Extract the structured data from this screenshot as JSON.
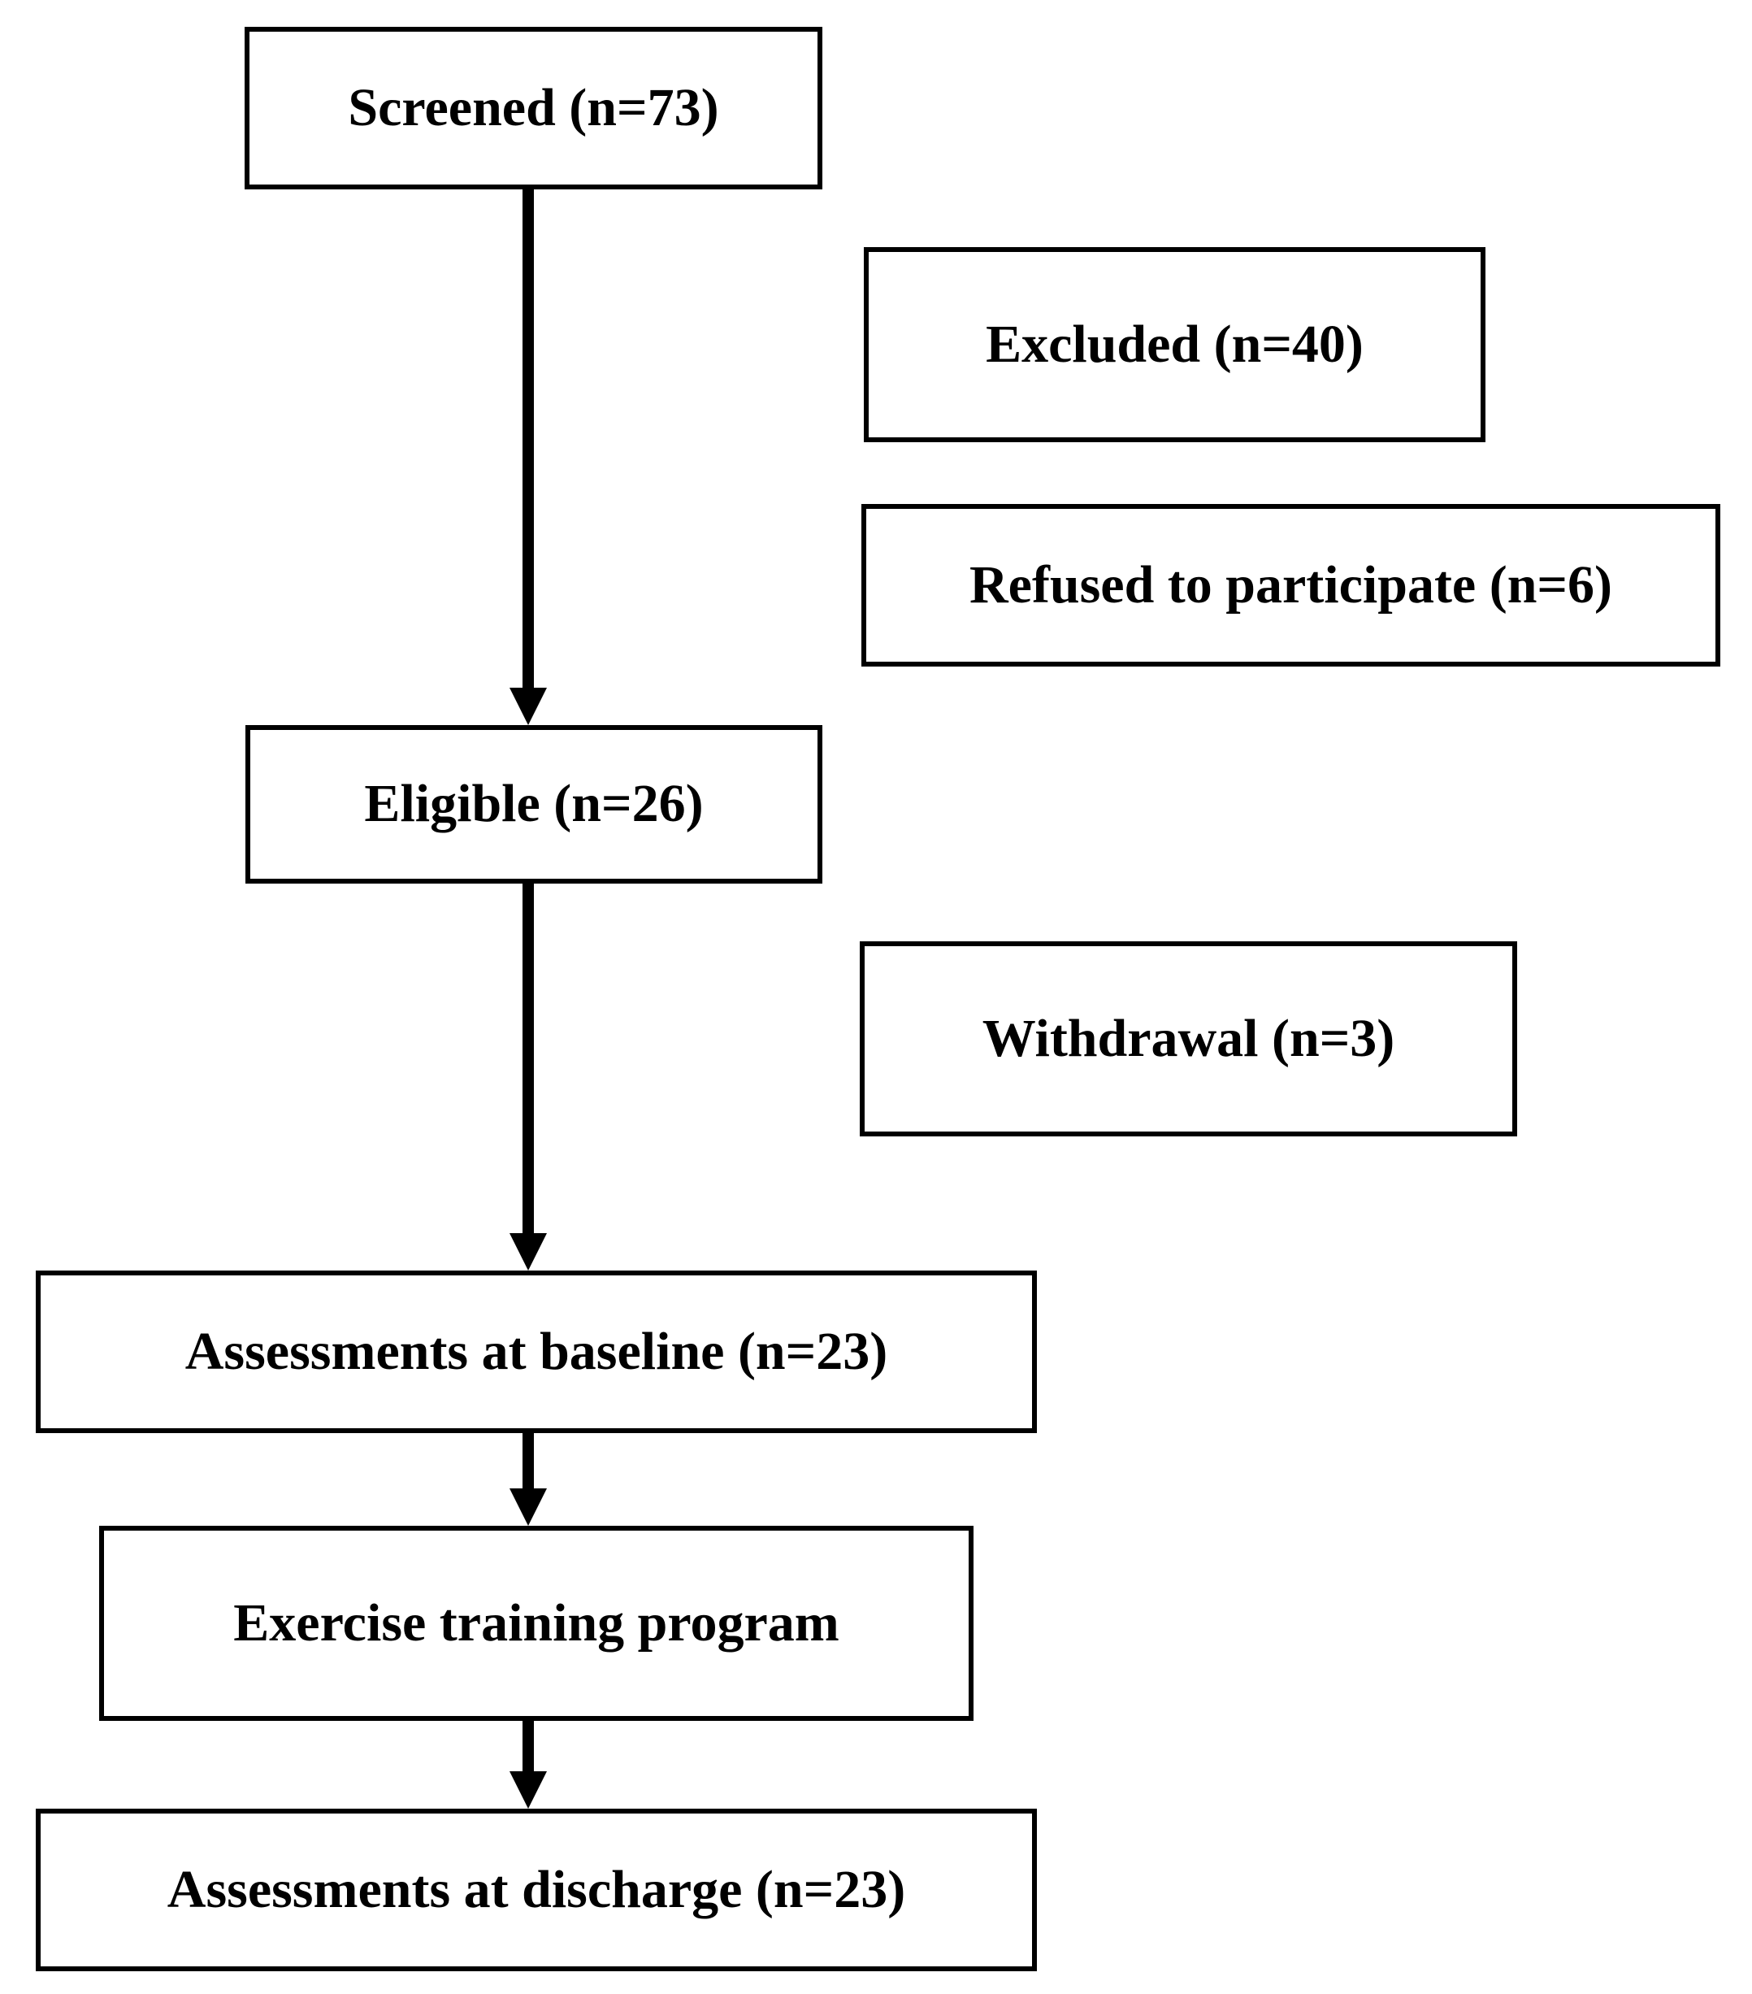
{
  "diagram": {
    "type": "flowchart",
    "background_color": "#ffffff",
    "box_border_color": "#000000",
    "text_color": "#000000",
    "arrow_color": "#000000",
    "nodes": {
      "screened": {
        "label": "Screened (n=73)",
        "n": 73
      },
      "excluded": {
        "label": "Excluded (n=40)",
        "n": 40
      },
      "refused": {
        "label": "Refused to participate (n=6)",
        "n": 6
      },
      "eligible": {
        "label": "Eligible (n=26)",
        "n": 26
      },
      "withdrawal": {
        "label": "Withdrawal (n=3)",
        "n": 3
      },
      "baseline": {
        "label": "Assessments at baseline (n=23)",
        "n": 23
      },
      "exercise": {
        "label": "Exercise training program"
      },
      "discharge": {
        "label": "Assessments at discharge (n=23)",
        "n": 23
      }
    },
    "edges": [
      {
        "from": "screened",
        "to": "eligible"
      },
      {
        "from": "eligible",
        "to": "baseline"
      },
      {
        "from": "baseline",
        "to": "exercise"
      },
      {
        "from": "exercise",
        "to": "discharge"
      }
    ]
  }
}
